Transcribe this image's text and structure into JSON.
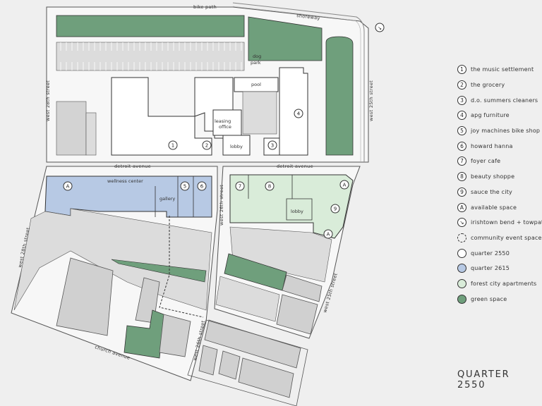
{
  "streets": {
    "bike_path": "bike path",
    "shoreway": "shoreway",
    "west_28th_top": "west 28th street",
    "west_25th_top": "west 25th street",
    "detroit_left": "detroit avenue",
    "detroit_right": "detroit avenue",
    "west_28th_bottom": "west 28th street",
    "west_26th_mid": "west 26th street",
    "west_26th_bottom": "west 26th street",
    "west_25th_bottom": "west 25th street",
    "church_avenue": "church avenue"
  },
  "buildings": {
    "dog_park": "dog park",
    "pool": "pool",
    "leasing_office": "leasing office",
    "lobby_top": "lobby",
    "wellness_center": "wellness center",
    "gallery": "gallery",
    "lobby_right": "lobby"
  },
  "markers": {
    "m1": "1",
    "m2": "2",
    "m3": "3",
    "m4": "4",
    "m5": "5",
    "m6": "6",
    "m7": "7",
    "m8": "8",
    "m9": "9",
    "ma1": "A",
    "ma2": "A",
    "ma3": "A"
  },
  "legend": {
    "items": [
      {
        "mark": "1",
        "label": "the music settlement"
      },
      {
        "mark": "2",
        "label": "the grocery"
      },
      {
        "mark": "3",
        "label": "d.o. summers cleaners"
      },
      {
        "mark": "4",
        "label": "apg furniture"
      },
      {
        "mark": "5",
        "label": "joy machines bike shop"
      },
      {
        "mark": "6",
        "label": "howard hanna"
      },
      {
        "mark": "7",
        "label": "foyer cafe"
      },
      {
        "mark": "8",
        "label": "beauty shoppe"
      },
      {
        "mark": "9",
        "label": "sauce the city"
      },
      {
        "mark": "A",
        "label": "available space"
      },
      {
        "mark": "↘",
        "label": "irishtown bend + towpath"
      },
      {
        "mark": "",
        "label": "community event space"
      },
      {
        "mark": "",
        "label": "quarter 2550"
      },
      {
        "mark": "",
        "label": "quarter 2615"
      },
      {
        "mark": "",
        "label": "forest city apartments"
      },
      {
        "mark": "",
        "label": "green space"
      }
    ]
  },
  "colors": {
    "background": "#efefef",
    "quarter_2550": "#ffffff",
    "quarter_2615": "#b7c9e4",
    "forest_city": "#d9ecd9",
    "green_space": "#6f9f7c",
    "parking": "#dcdcdc",
    "building_gray": "#cfcfcf",
    "outline": "#333333"
  },
  "brand": "QUARTER 2550"
}
